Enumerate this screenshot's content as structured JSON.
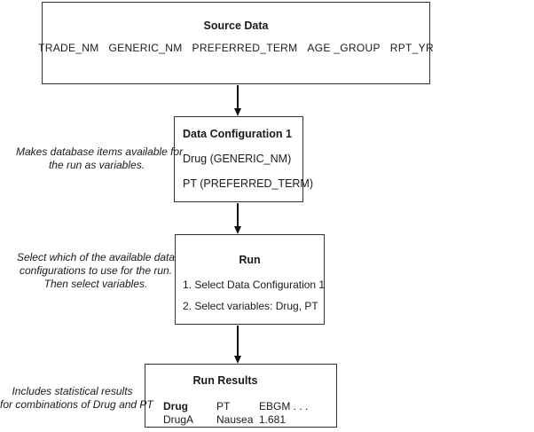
{
  "colors": {
    "background": "#ffffff",
    "border": "#333333",
    "text": "#1a1a1a",
    "arrow": "#111111"
  },
  "boxes": {
    "source_data": {
      "title": "Source Data",
      "fields": [
        "TRADE_NM",
        "GENERIC_NM",
        "PREFERRED_TERM",
        "AGE _GROUP",
        "RPT_YR"
      ]
    },
    "data_configuration": {
      "title": "Data Configuration 1",
      "lines": [
        "Drug (GENERIC_NM)",
        "PT (PREFERRED_TERM)"
      ]
    },
    "run": {
      "title": "Run",
      "steps": [
        "1. Select Data Configuration 1",
        "2. Select variables: Drug, PT"
      ]
    },
    "run_results": {
      "title": "Run Results",
      "table": {
        "headers": [
          "Drug",
          "PT",
          "EBGM . . ."
        ],
        "rows": [
          [
            "DrugA",
            "Nausea",
            "1.681"
          ]
        ]
      }
    }
  },
  "annotations": {
    "data_configuration": [
      "Makes database items available for",
      "the run as variables."
    ],
    "run": [
      "Select which of the available data",
      "configurations to use for the run.",
      "Then select variables."
    ],
    "run_results": [
      "Includes statistical results",
      "for combinations of Drug and PT"
    ]
  }
}
